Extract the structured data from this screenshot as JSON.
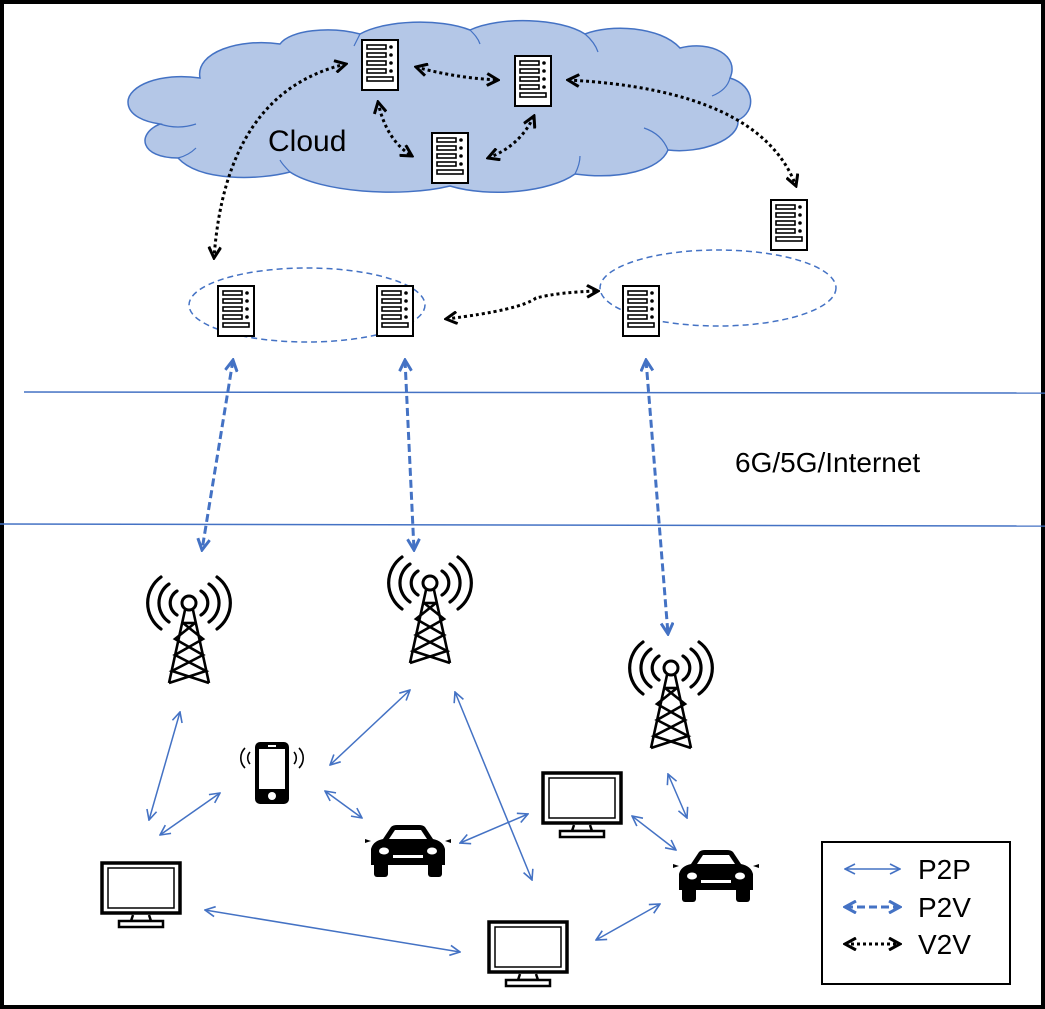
{
  "cloud_label": "Cloud",
  "network_label": "6G/5G/Internet",
  "legend": [
    {
      "label": "P2P",
      "style": "thin-solid"
    },
    {
      "label": "P2V",
      "style": "bold-dashed"
    },
    {
      "label": "V2V",
      "style": "dotted"
    }
  ],
  "colors": {
    "cloud_fill": "#b4c7e7",
    "cloud_stroke": "#4472c4",
    "link_blue": "#4472c4",
    "v2v": "#000000",
    "device": "#000000"
  },
  "icons": [
    "server-icon",
    "tower-icon",
    "smartphone-icon",
    "car-icon",
    "monitor-icon"
  ]
}
